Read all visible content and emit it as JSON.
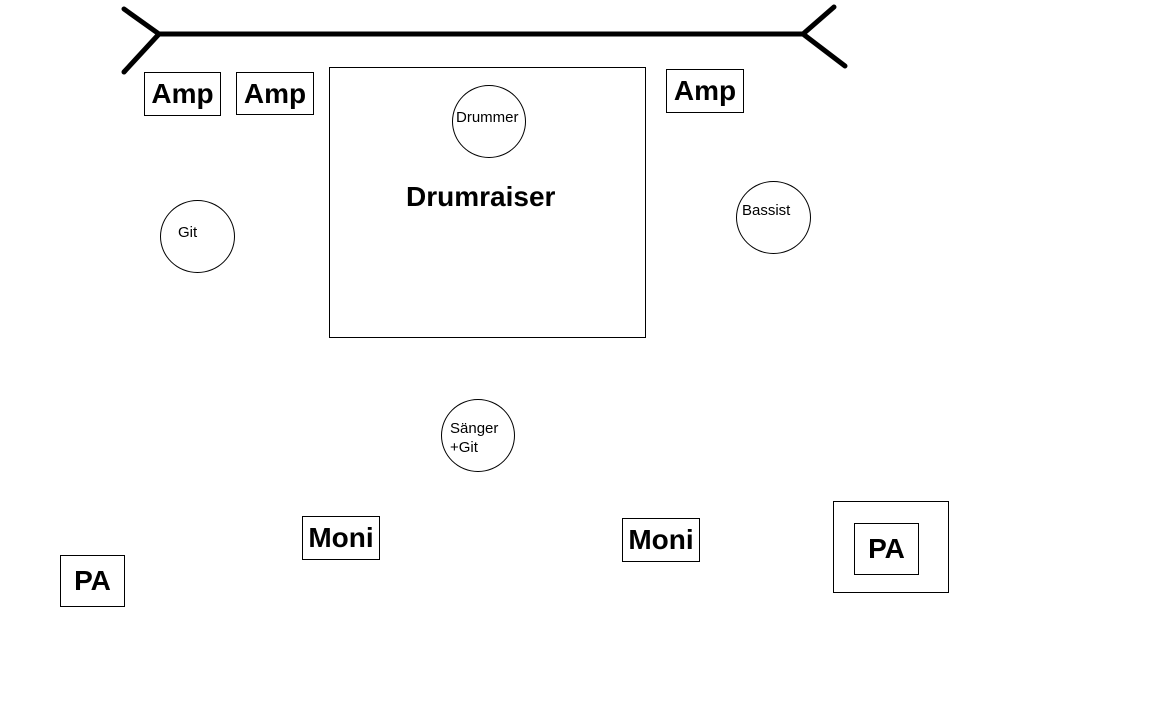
{
  "stage": {
    "drumraiser_label": "Drumraiser",
    "people": {
      "drummer": "Drummer",
      "guitarist": "Git",
      "bassist": "Bassist",
      "singer_line1": "Sänger",
      "singer_line2": "+Git"
    },
    "equipment": {
      "amp_left_1": "Amp",
      "amp_left_2": "Amp",
      "amp_right": "Amp",
      "monitor_left": "Moni",
      "monitor_right": "Moni",
      "pa_left": "PA",
      "pa_right": "PA"
    }
  }
}
